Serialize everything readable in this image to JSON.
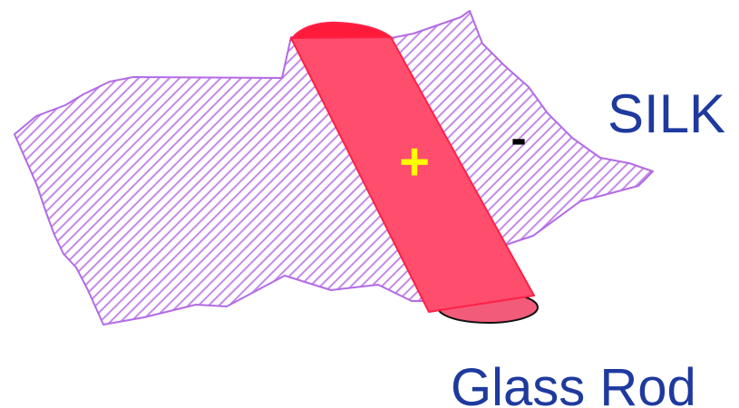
{
  "diagram": {
    "silk_label": "SILK",
    "rod_label": "Glass Rod",
    "rod_charge": "+",
    "silk_charge": "-"
  },
  "colors": {
    "silk_stroke": "#b36be6",
    "silk_hatch": "#c48ae8",
    "rod_fill": "#ff4d6d",
    "rod_stroke": "#ff2147",
    "rod_top_cap": "#ff1a3a",
    "rod_bottom_cap": "#f25c7a",
    "plus_color": "#ffff00",
    "minus_color": "#000000",
    "label_color": "#1f3a9e"
  },
  "icons": {
    "silk": "hatched-silk-cloth",
    "rod": "glass-rod"
  }
}
